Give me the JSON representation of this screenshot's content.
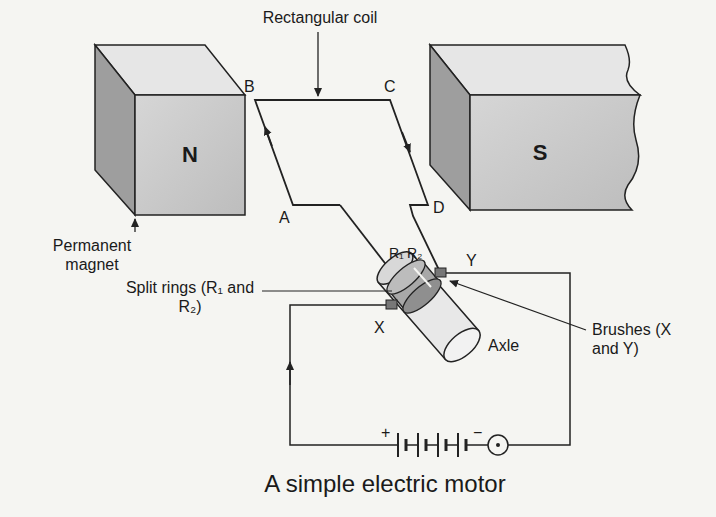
{
  "diagram": {
    "caption": "A simple electric motor",
    "nodes": [
      {
        "text": [
          "N"
        ]
      },
      {
        "text": [
          "S"
        ]
      }
    ],
    "labels": [
      "Rectangular coil",
      "B",
      "C",
      "A",
      "D",
      "Permanent magnet",
      "Split rings (R₁ and R₂)",
      "R₁",
      "R₂",
      "X",
      "Y",
      "Brushes (X and Y)",
      "Axle",
      "+",
      "−"
    ]
  }
}
